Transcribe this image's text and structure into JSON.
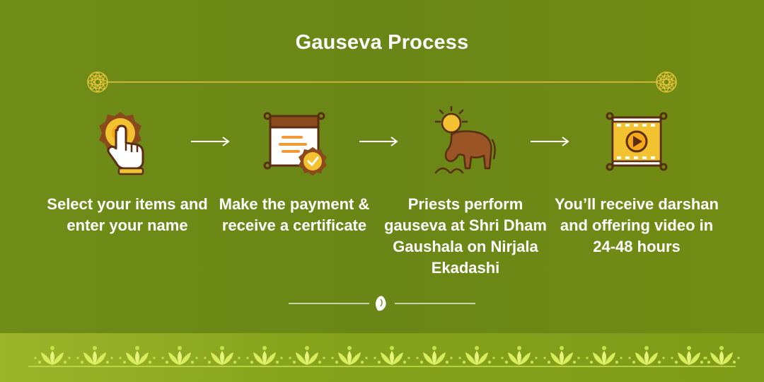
{
  "title": "Gauseva Process",
  "steps": [
    {
      "label": "Select your items and enter your name",
      "icon": "tap-hand-badge-icon"
    },
    {
      "label": "Make the payment & receive a certificate",
      "icon": "certificate-icon"
    },
    {
      "label": "Priests perform gauseva at Shri Dham Gaushala on Nirjala Ekadashi",
      "icon": "cow-sun-icon"
    },
    {
      "label": "You’ll receive darshan and offering video in 24-48 hours",
      "icon": "video-play-icon"
    }
  ],
  "colors": {
    "background": "#6f8d17",
    "gold": "#f2c230",
    "brown": "#8a4a1c",
    "dark_brown": "#5a2e12",
    "footer": "#c3dc3d"
  },
  "decor_icons": [
    "mandala-icon",
    "conch-icon",
    "leaf-motif-icon"
  ]
}
